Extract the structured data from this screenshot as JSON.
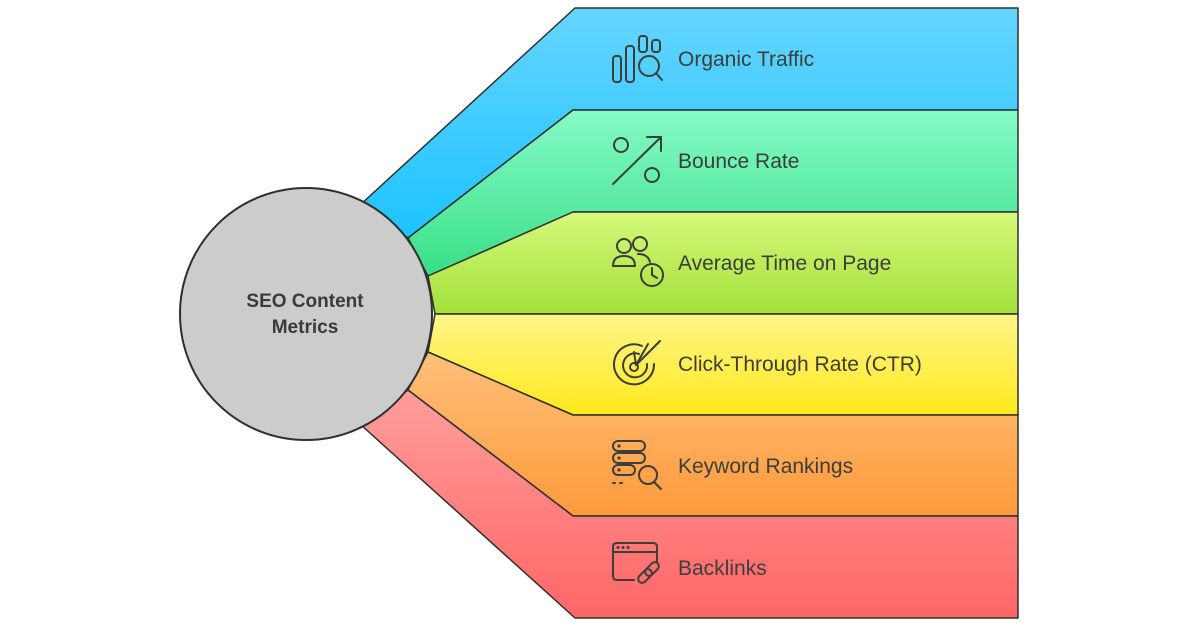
{
  "center": {
    "title_line1": "SEO Content",
    "title_line2": "Metrics",
    "color": "#cccccc"
  },
  "items": [
    {
      "label": "Organic Traffic",
      "icon": "traffic-analysis-icon",
      "color_top": "#66d5ff",
      "color_bottom": "#1cc3ff"
    },
    {
      "label": "Bounce Rate",
      "icon": "percent-icon",
      "color_top": "#86fac8",
      "color_bottom": "#38df86"
    },
    {
      "label": "Average Time on Page",
      "icon": "users-clock-icon",
      "color_top": "#d6f97a",
      "color_bottom": "#a3e03a"
    },
    {
      "label": "Click-Through Rate (CTR)",
      "icon": "target-arrow-icon",
      "color_top": "#fff68a",
      "color_bottom": "#ffe81c"
    },
    {
      "label": "Keyword Rankings",
      "icon": "database-search-icon",
      "color_top": "#ffc07a",
      "color_bottom": "#ff9a3c"
    },
    {
      "label": "Backlinks",
      "icon": "browser-link-icon",
      "color_top": "#ff9e9a",
      "color_bottom": "#ff6666"
    }
  ]
}
